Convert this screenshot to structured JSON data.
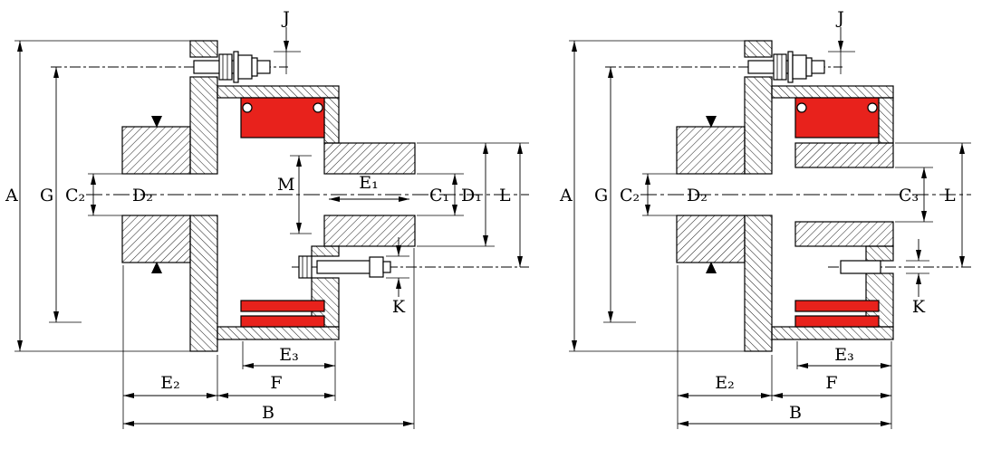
{
  "figure": {
    "colors": {
      "accent_red": "#e8221c",
      "line_black": "#000000",
      "background": "#ffffff"
    },
    "left_view": {
      "labels": {
        "A": "A",
        "G": "G",
        "C2": "C₂",
        "D2": "D₂",
        "J": "J",
        "M": "M",
        "E1": "E₁",
        "C1": "C₁",
        "D1": "D₁",
        "L": "L",
        "K": "K",
        "E2": "E₂",
        "E3": "E₃",
        "F": "F",
        "B": "B"
      }
    },
    "right_view": {
      "labels": {
        "A": "A",
        "G": "G",
        "C2": "C₂",
        "D2": "D₂",
        "J": "J",
        "C3": "C₃",
        "L": "L",
        "K": "K",
        "E2": "E₂",
        "E3": "E₃",
        "F": "F",
        "B": "B"
      }
    }
  }
}
